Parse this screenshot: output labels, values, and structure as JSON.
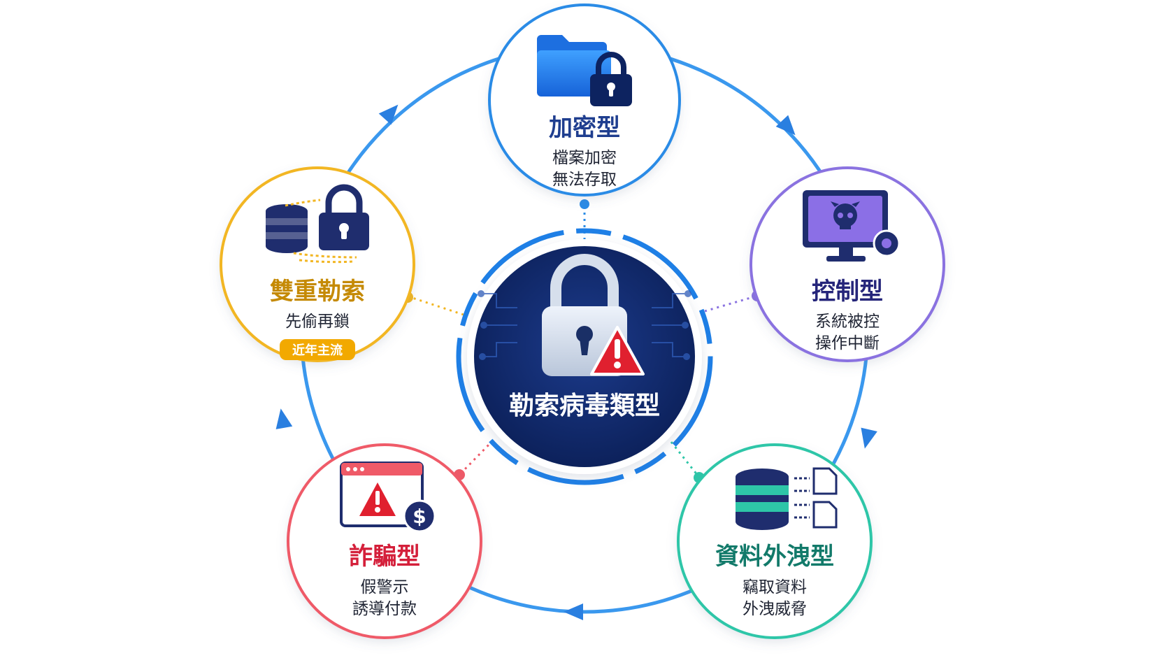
{
  "center": {
    "title": "勒索病毒類型"
  },
  "nodes": {
    "encrypt": {
      "title": "加密型",
      "line1": "檔案加密",
      "line2": "無法存取",
      "color": "#1f8fe6",
      "title_color": "#1f3e8f"
    },
    "control": {
      "title": "控制型",
      "line1": "系統被控",
      "line2": "操作中斷",
      "color": "#8a72e0",
      "title_color": "#25257a"
    },
    "exfil": {
      "title": "資料外洩型",
      "line1": "竊取資料",
      "line2": "外洩威脅",
      "color": "#2ec6a8",
      "title_color": "#127a6a"
    },
    "scam": {
      "title": "詐騙型",
      "line1": "假警示",
      "line2": "誘導付款",
      "color": "#ef5a68",
      "title_color": "#d41f3a"
    },
    "double": {
      "title": "雙重勒索",
      "line1": "先偷再鎖",
      "badge": "近年主流",
      "color": "#f2b623",
      "title_color": "#c58a05"
    }
  },
  "colors": {
    "navy": "#0d2360",
    "ring_blue": "#1e88e8",
    "alert_red": "#e0202f"
  },
  "icons": {
    "encrypt": "folder-lock-icon",
    "control": "monitor-skull-gear-icon",
    "exfil": "database-export-icon",
    "scam": "browser-warning-dollar-icon",
    "double": "database-padlock-icon",
    "center": "padlock-warning-icon"
  }
}
